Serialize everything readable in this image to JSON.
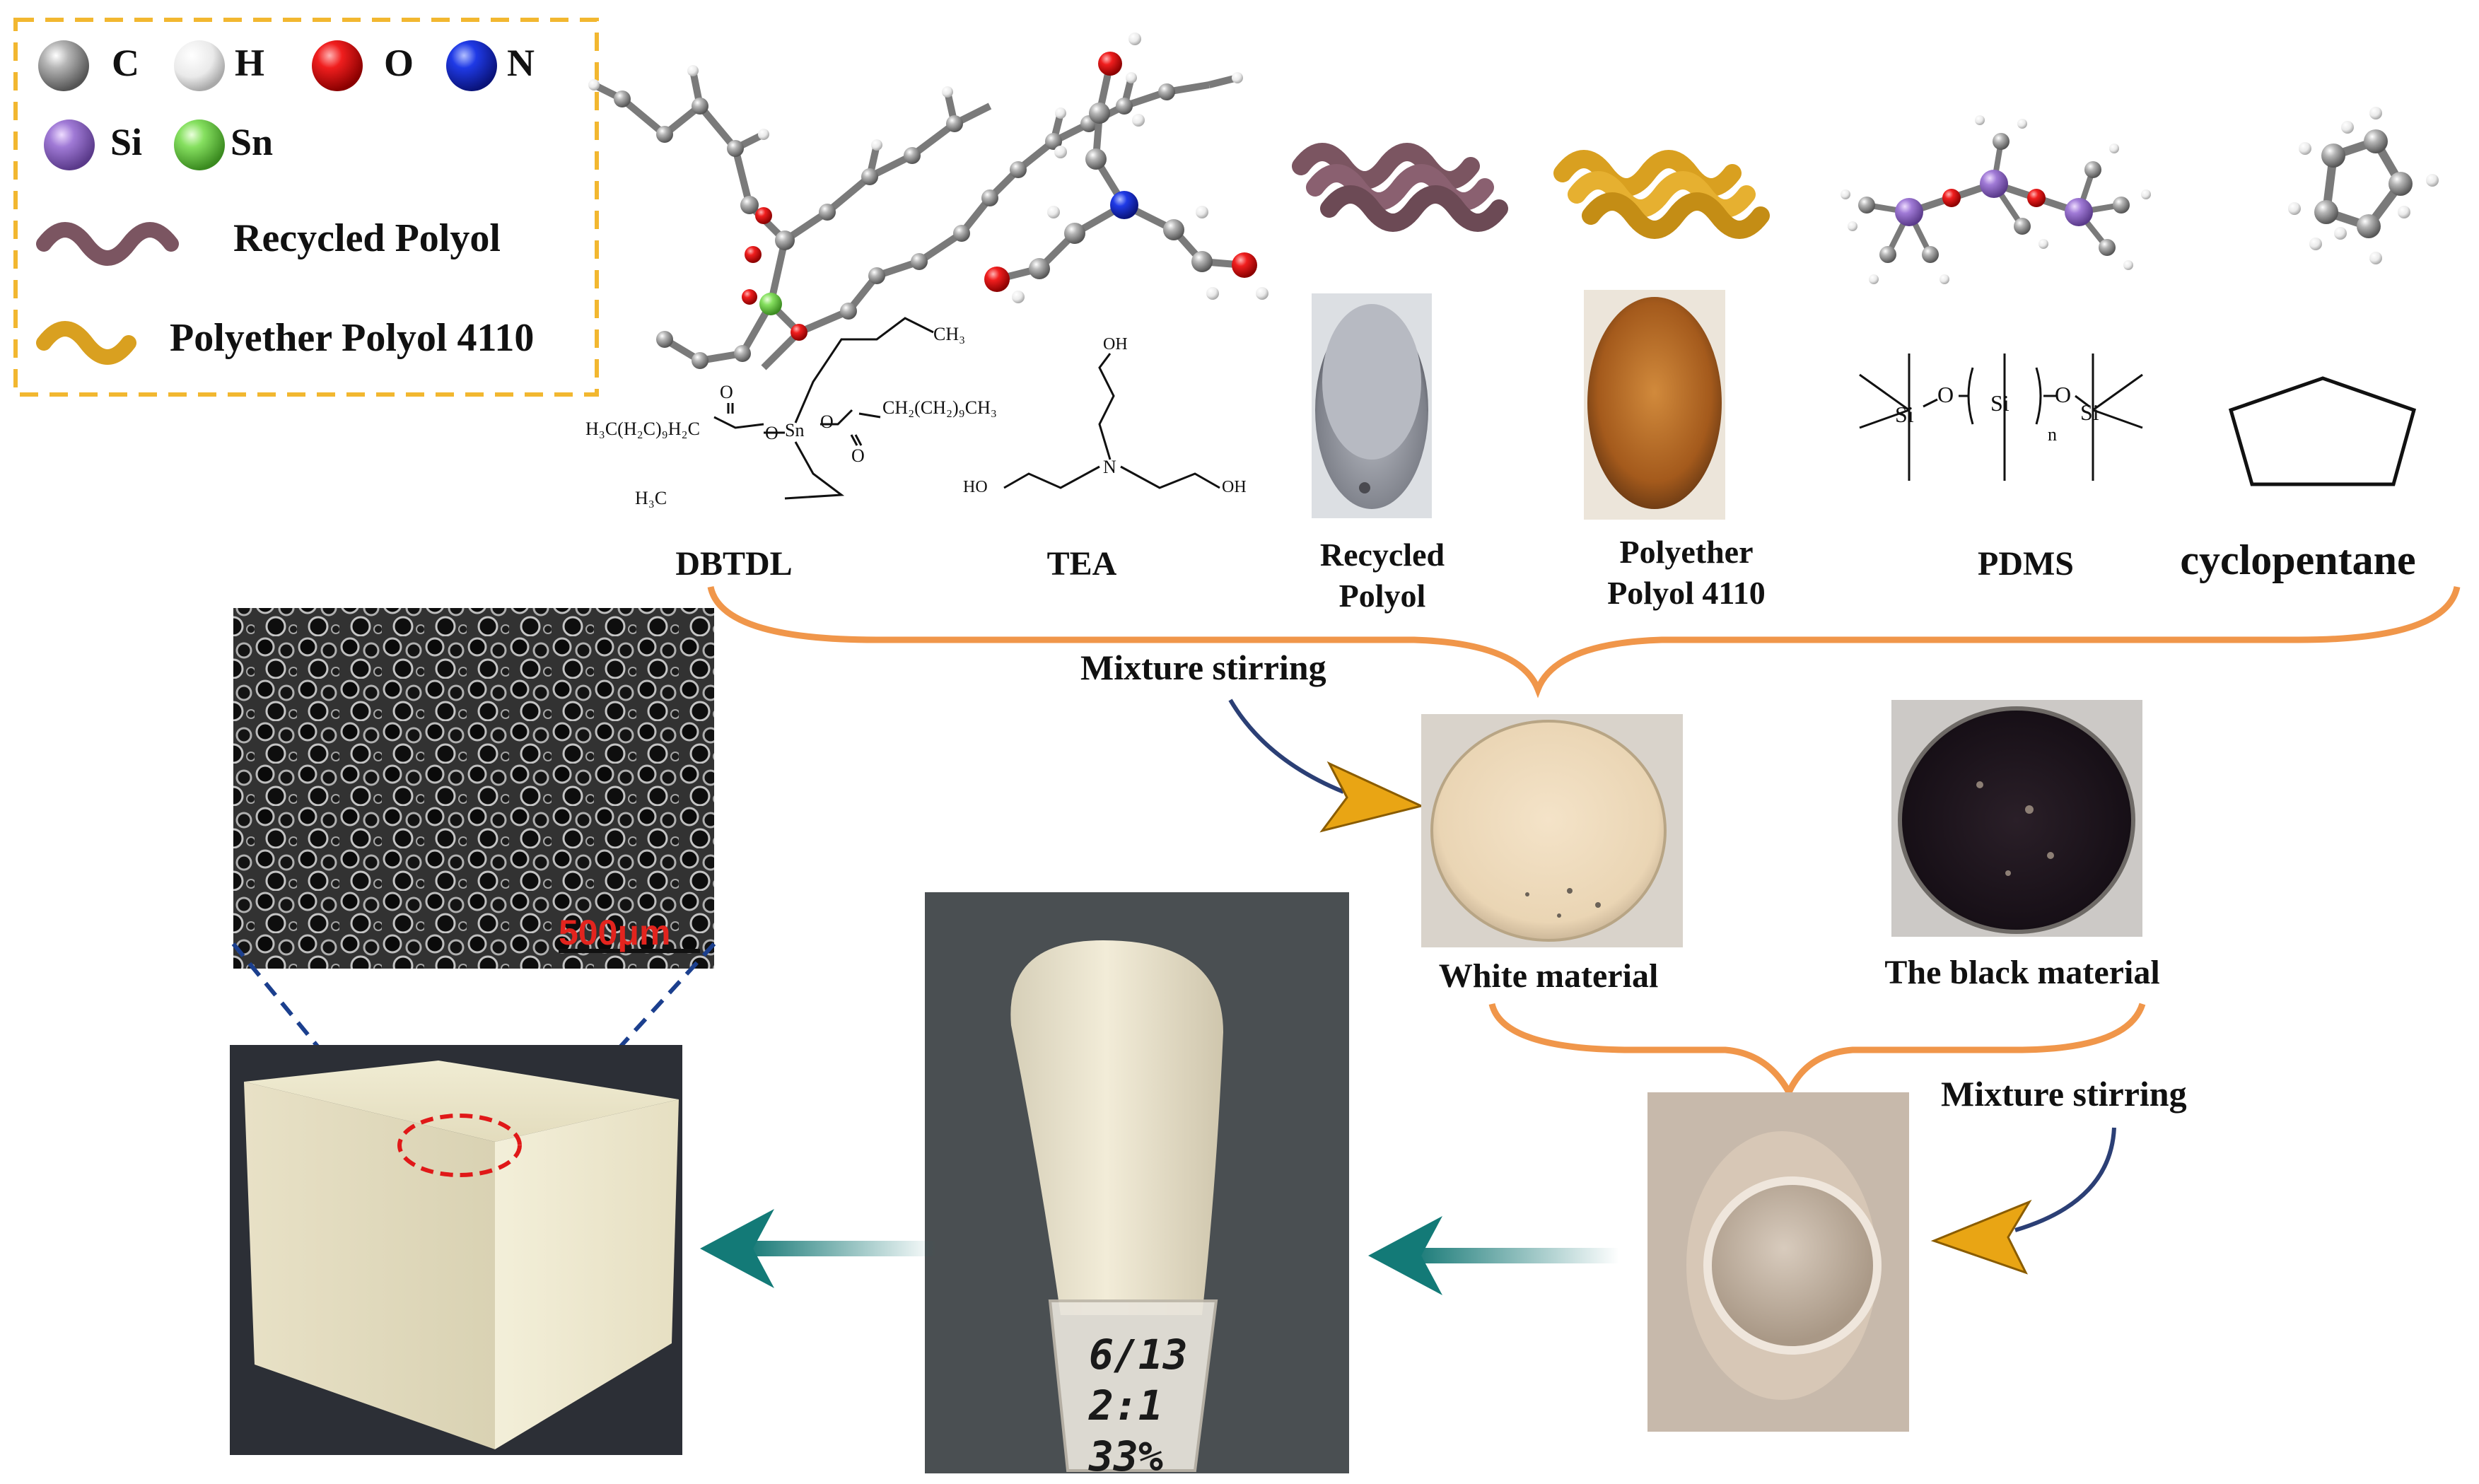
{
  "legend": {
    "atoms": [
      {
        "symbol": "C",
        "color": "#8f8f8f"
      },
      {
        "symbol": "H",
        "color": "#eeeeee"
      },
      {
        "symbol": "O",
        "color": "#e0141a"
      },
      {
        "symbol": "N",
        "color": "#1a2fd8"
      },
      {
        "symbol": "Si",
        "color": "#9b6fcf"
      },
      {
        "symbol": "Sn",
        "color": "#7ed957"
      }
    ],
    "ribbons": [
      {
        "label": "Recycled Polyol",
        "color": "#7b5561"
      },
      {
        "label": "Polyether Polyol 4110",
        "color": "#d9a020"
      }
    ]
  },
  "reagents": {
    "dbtdl": {
      "name": "DBTDL",
      "formula": {
        "ch3_top": "CH₃",
        "left_chain": "H₃C(H₂C)₉H₂C",
        "right_chain": "CH₂(CH₂)₉CH₃",
        "sn": "Sn",
        "o1": "O",
        "o2": "O",
        "o3": "O",
        "o4": "O",
        "ch3_bottom": "H₃C"
      }
    },
    "tea": {
      "name": "TEA",
      "formula": {
        "oh_top": "OH",
        "oh_left": "HO",
        "oh_right": "OH",
        "n": "N"
      }
    },
    "recycled": {
      "name_line1": "Recycled",
      "name_line2": "Polyol"
    },
    "polyether": {
      "name_line1": "Polyether",
      "name_line2": "Polyol 4110"
    },
    "pdms": {
      "name": "PDMS",
      "formula": {
        "si_left": "Si",
        "si_mid": "Si",
        "si_right": "Si",
        "o_left": "O",
        "o_right": "O",
        "n": "n"
      }
    },
    "cyclopentane": {
      "name": "cyclopentane"
    }
  },
  "steps": {
    "mixture_stirring_1": "Mixture stirring",
    "mixture_stirring_2": "Mixture stirring",
    "white_material": "White material",
    "black_material": "The black material"
  },
  "sem": {
    "scale_label": "500μm"
  },
  "cup_label": {
    "line1": "6/13",
    "line2": "2:1",
    "line3": "33%"
  },
  "colors": {
    "orange_bracket": "#f0964a",
    "legend_border": "#f2b730",
    "teal_arrow": "#137a77",
    "gold_arrow": "#e9a514",
    "dashed_zoom": "#1b3f8e",
    "red_ellipse": "#e01818"
  }
}
